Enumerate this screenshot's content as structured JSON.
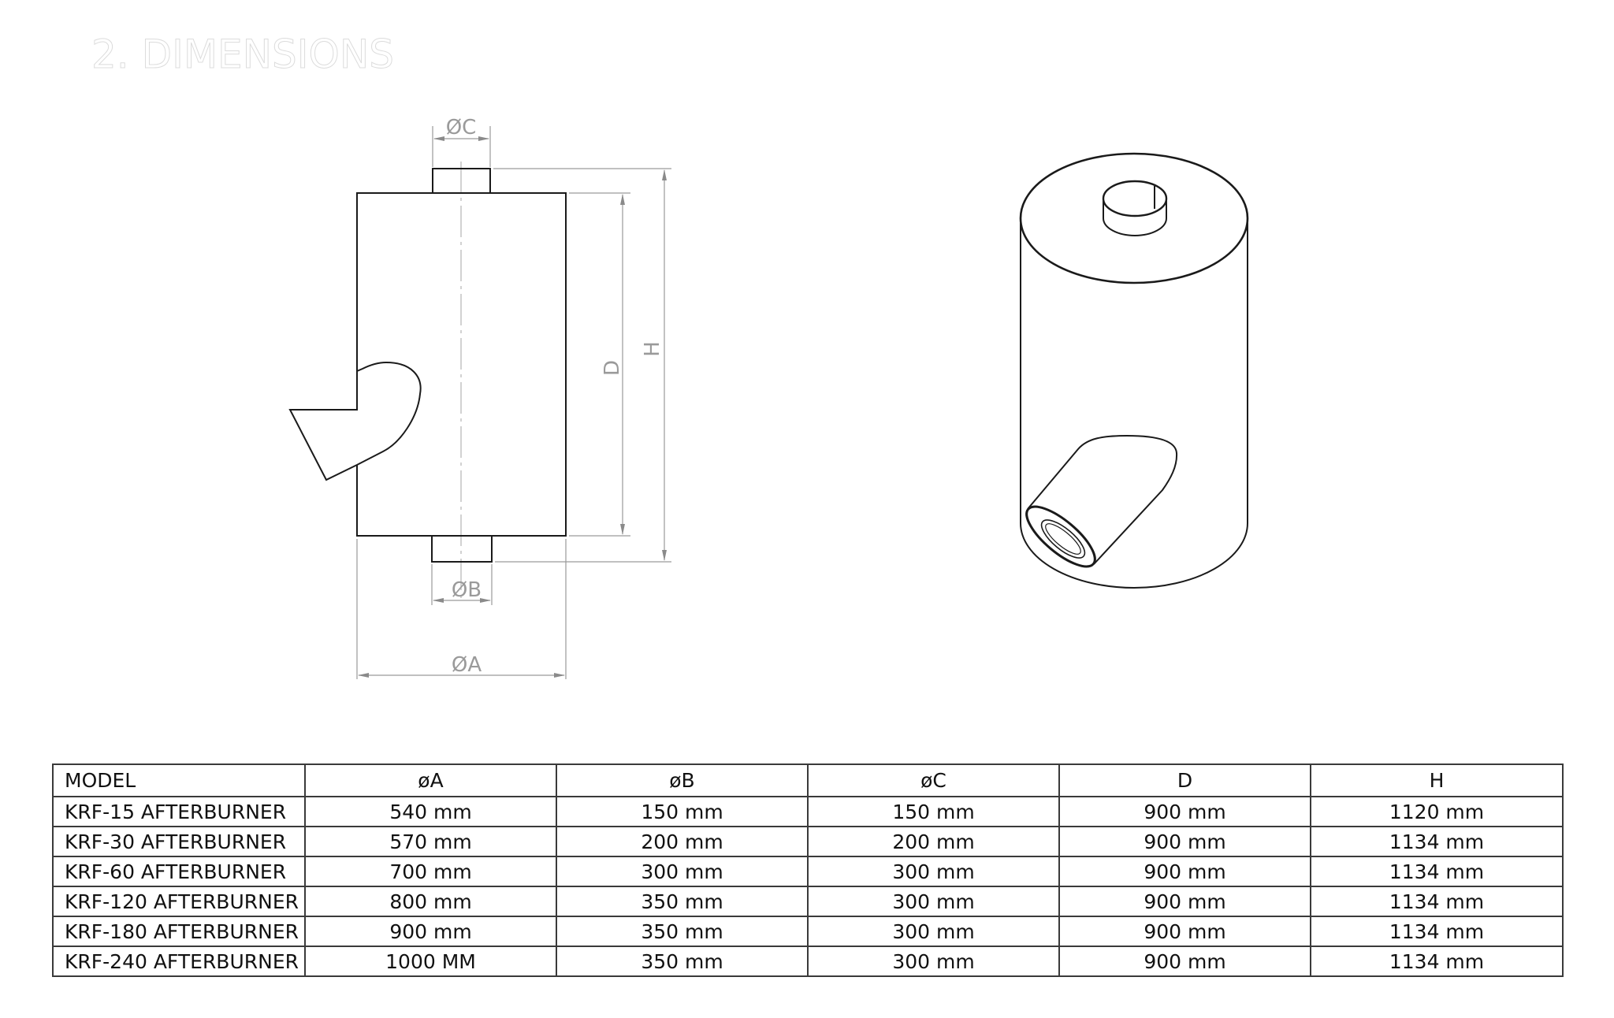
{
  "title": "2. DIMENSIONS",
  "drawing_labels": {
    "dia_c": "ØC",
    "dia_b": "ØB",
    "dia_a": "ØA",
    "d": "D",
    "h": "H"
  },
  "table": {
    "headers": [
      "MODEL",
      "øA",
      "øB",
      "øC",
      "D",
      "H"
    ],
    "rows": [
      [
        "KRF-15 AFTERBURNER",
        "540 mm",
        "150 mm",
        "150 mm",
        "900 mm",
        "1120 mm"
      ],
      [
        "KRF-30 AFTERBURNER",
        "570 mm",
        "200 mm",
        "200 mm",
        "900 mm",
        "1134 mm"
      ],
      [
        "KRF-60 AFTERBURNER",
        "700 mm",
        "300 mm",
        "300 mm",
        "900 mm",
        "1134 mm"
      ],
      [
        "KRF-120 AFTERBURNER",
        "800 mm",
        "350 mm",
        "300 mm",
        "900 mm",
        "1134 mm"
      ],
      [
        "KRF-180 AFTERBURNER",
        "900 mm",
        "350 mm",
        "300 mm",
        "900 mm",
        "1134 mm"
      ],
      [
        "KRF-240 AFTERBURNER",
        "1000 MM",
        "350 mm",
        "300 mm",
        "900 mm",
        "1134 mm"
      ]
    ]
  },
  "colors": {
    "outline": "#1a1a1a",
    "dimension": "#9a9a9a",
    "table_border": "#3a3a3a"
  }
}
